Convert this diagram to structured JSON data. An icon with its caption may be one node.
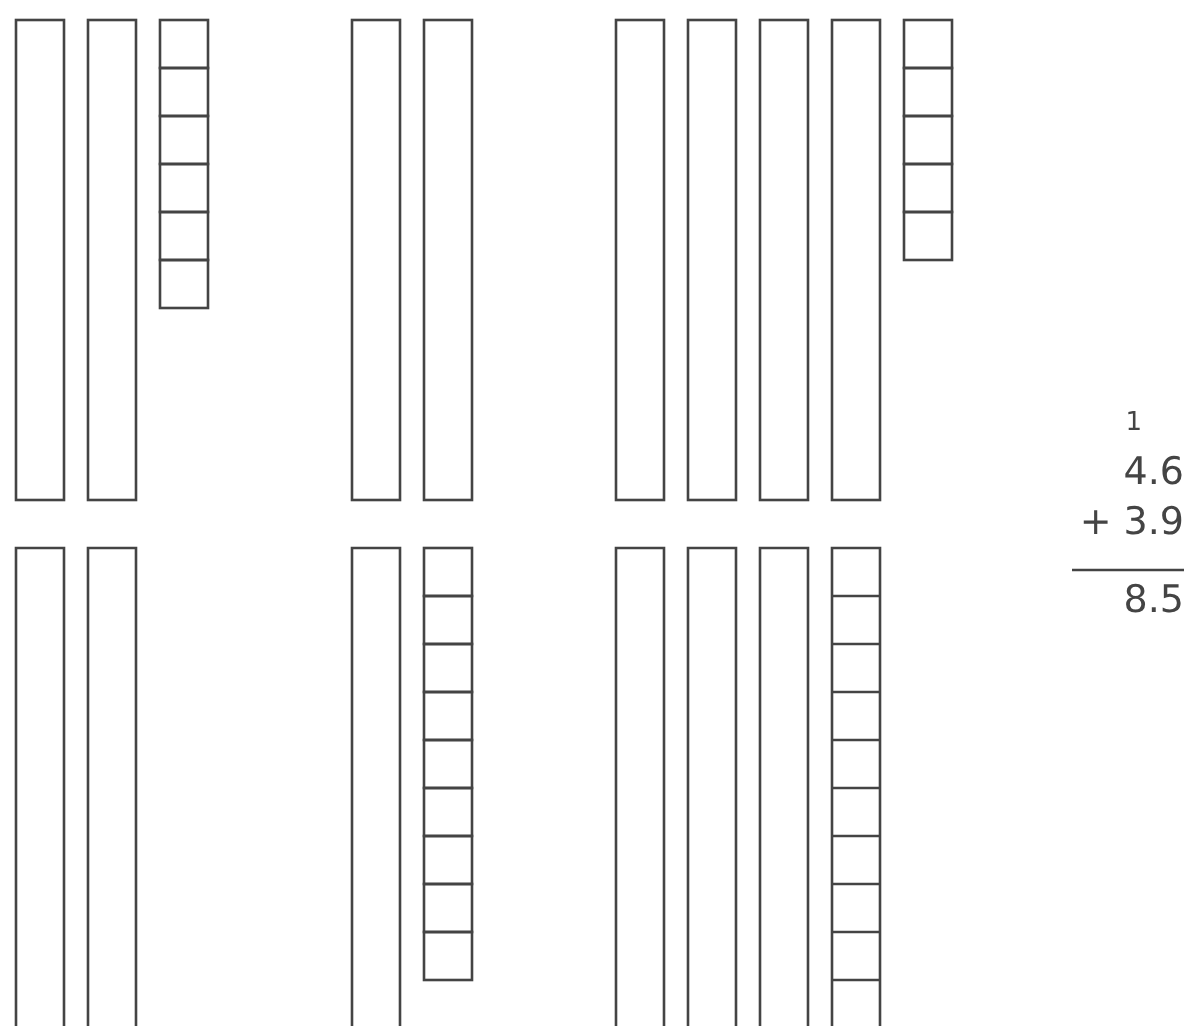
{
  "diagram": {
    "labels": [
      "1",
      "4.6",
      "+ 3.9",
      "8.5"
    ]
  }
}
